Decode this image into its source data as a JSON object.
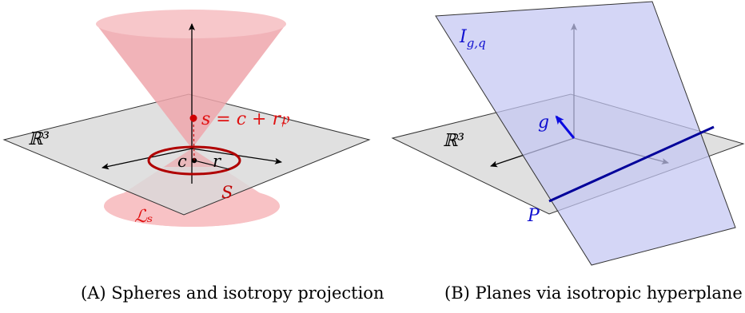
{
  "panel_a": {
    "space_label": "ℝ³",
    "point_label": "s = c + r𝔭",
    "center_label": "c",
    "radius_label": "r",
    "sphere_label": "S",
    "cone_label": "ℒₛ",
    "caption": "(A) Spheres and isotropy projection"
  },
  "panel_b": {
    "hyperplane_label": "I_{g,q}",
    "vector_label": "g",
    "space_label": "ℝ³",
    "plane_label": "P",
    "caption": "(B) Planes via isotropic hyperplane"
  },
  "colors": {
    "cone_fill": "#f6b9bd",
    "cone_red": "#c00000",
    "plane_gray": "#d3d3d3",
    "hyperplane_blue": "#c7c9f3",
    "blue_line": "#00009a",
    "label_blue": "#1010d0",
    "label_red": "#e01010"
  }
}
